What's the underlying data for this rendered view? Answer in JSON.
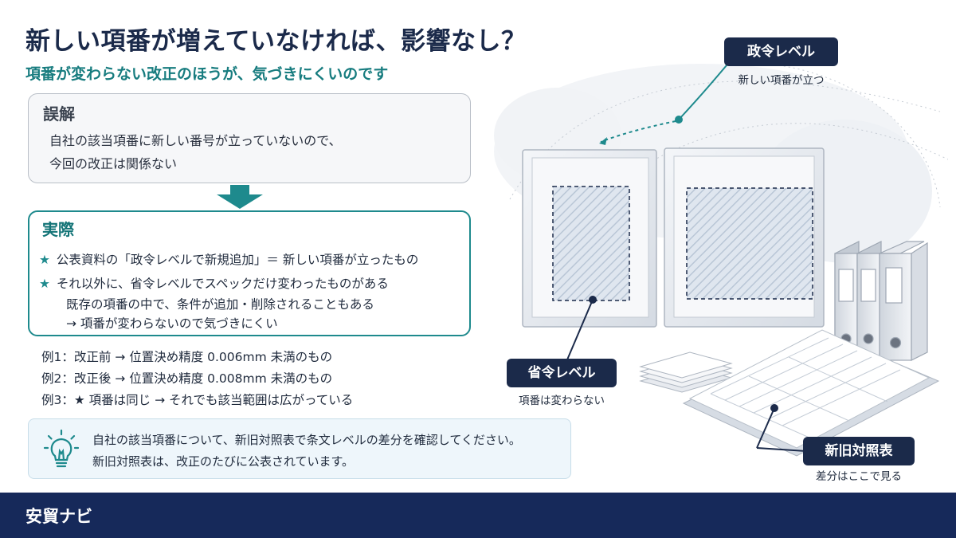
{
  "title": "新しい項番が増えていなければ、影響なし？",
  "subtitle": "項番が変わらない改正のほうが、気づきにくいのです",
  "myth": {
    "heading": "誤解",
    "lines": [
      "自社の該当項番に新しい番号が立っていないので、",
      "今回の改正は関係ない"
    ]
  },
  "reality": {
    "heading": "実際",
    "star": "★",
    "lines": [
      "公表資料の「政令レベルで新規追加」＝ 新しい項番が立ったもの",
      "それ以外に、省令レベルでスペックだけ変わったものがある",
      "既存の項番の中で、条件が追加・削除されることもある",
      "→ 項番が変わらないので気づきにくい"
    ]
  },
  "examples": [
    "例1：改正前 → 位置決め精度 0.006mm 未満のもの",
    "例2：改正後 → 位置決め精度 0.008mm 未満のもの",
    "例3：★ 項番は同じ → それでも該当範囲は広がっている"
  ],
  "tip": {
    "icon": "lightbulb-icon",
    "lines": [
      "自社の該当項番について、新旧対照表で条文レベルの差分を確認してください。",
      "新旧対照表は、改正のたびに公表されています。"
    ]
  },
  "callouts": {
    "seirei": {
      "label": "政令レベル",
      "caption": "新しい項番が立つ"
    },
    "shorei": {
      "label": "省令レベル",
      "caption": "項番は変わらない"
    },
    "taisho": {
      "label": "新旧対照表",
      "caption": "差分はここで見る"
    }
  },
  "footer": {
    "brand": "安貿ナビ"
  },
  "colors": {
    "navy": "#1b2a4a",
    "teal": "#1e8a8d",
    "footer": "#16295a"
  }
}
